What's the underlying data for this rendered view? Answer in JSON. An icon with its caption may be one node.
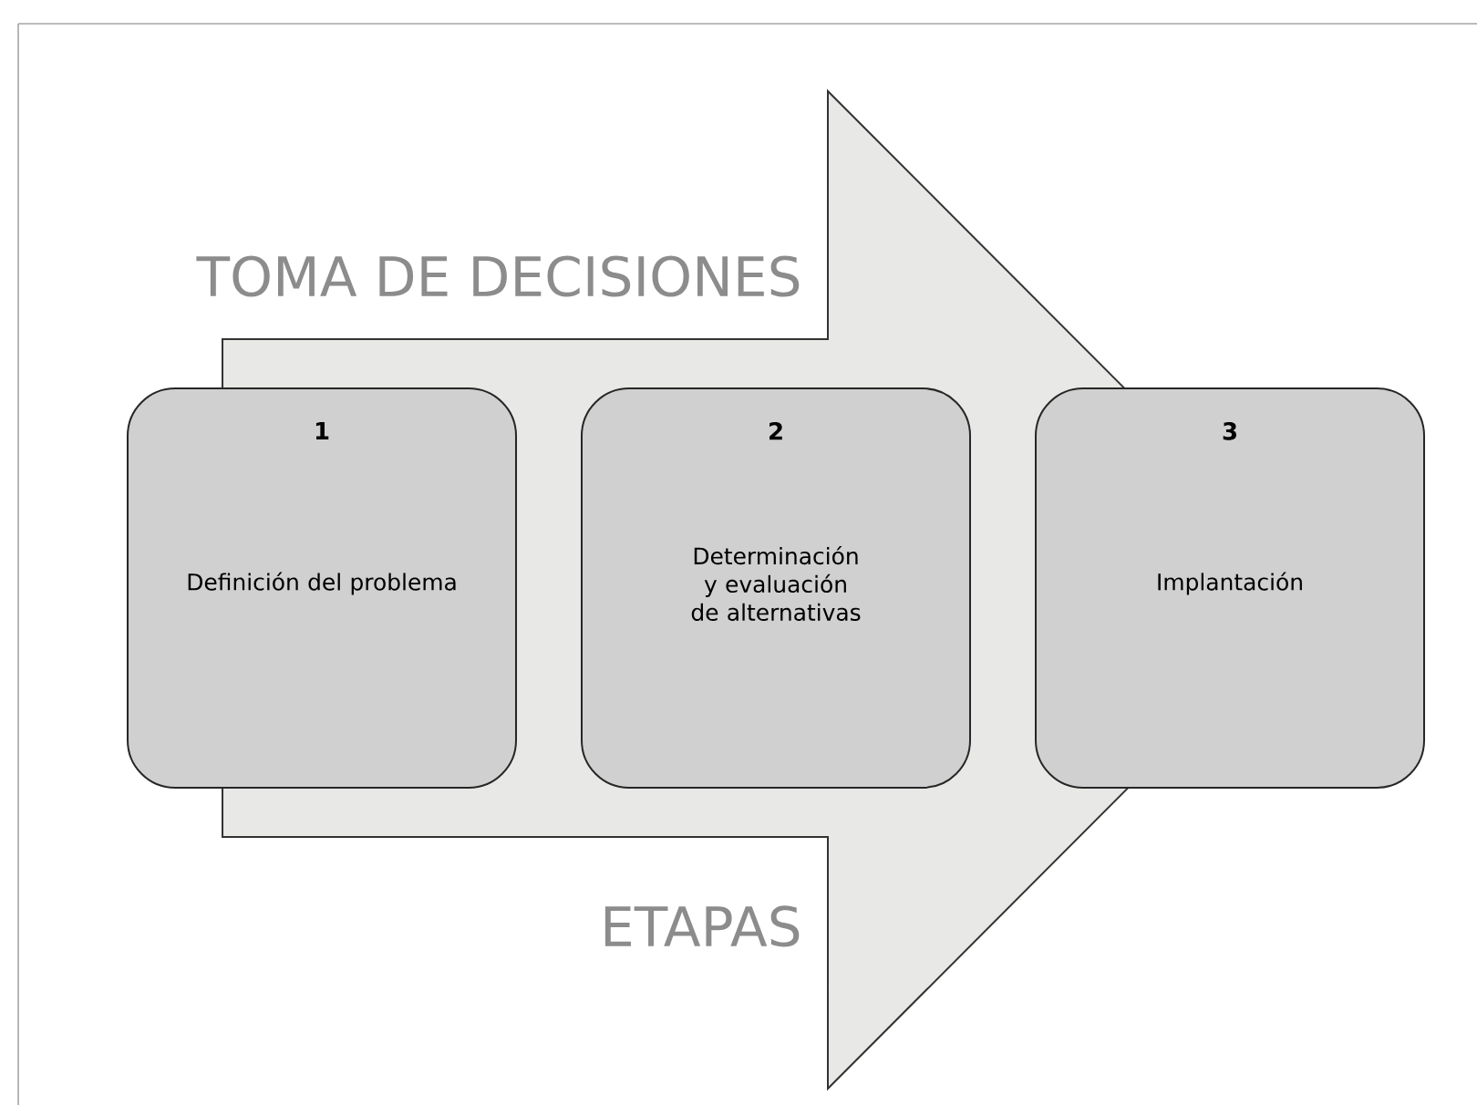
{
  "diagram": {
    "nodes": [
      {
        "text": [
          "1",
          "Definición del problema"
        ]
      },
      {
        "text": [
          "2",
          "Determinación y evaluación de alternativas"
        ]
      },
      {
        "text": [
          "3",
          "Implantación"
        ]
      }
    ],
    "edges": [
      {
        "from": 0,
        "to": 2,
        "arrow": "to"
      }
    ],
    "labels": [
      "TOMA DE DECISIONES",
      "ETAPAS"
    ]
  }
}
